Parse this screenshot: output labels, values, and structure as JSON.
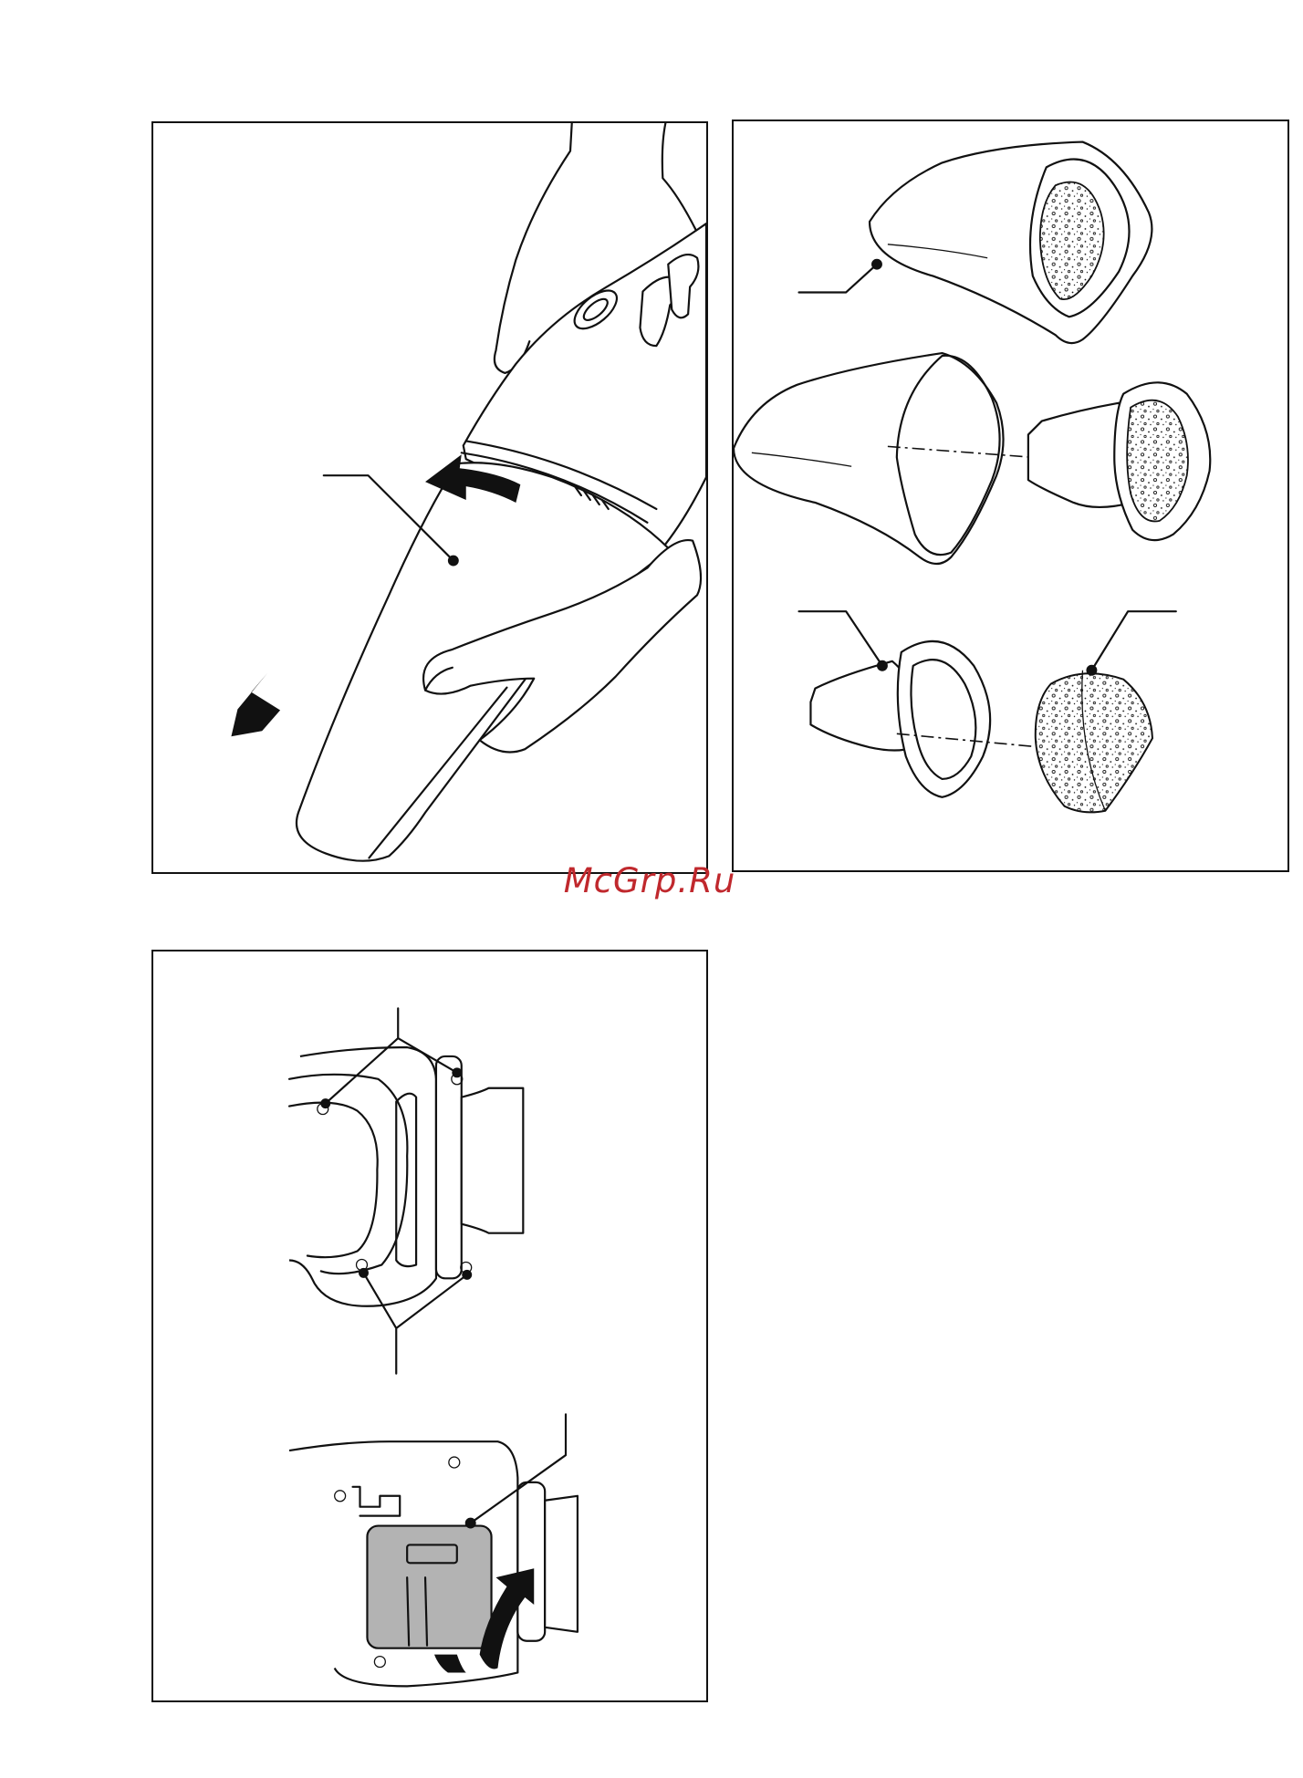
{
  "watermark": {
    "text": "McGrp.Ru",
    "color": "#c0282d"
  },
  "figures": [
    {
      "id": "fig-remove-bowl",
      "callouts": 1,
      "arrows": [
        "rotate-off-arrow",
        "pull-down-arrow"
      ]
    },
    {
      "id": "fig-filter-exploded",
      "callouts": 3
    },
    {
      "id": "fig-battery-housing",
      "callouts": 3,
      "highlight_color": "#b3b3b3"
    }
  ]
}
